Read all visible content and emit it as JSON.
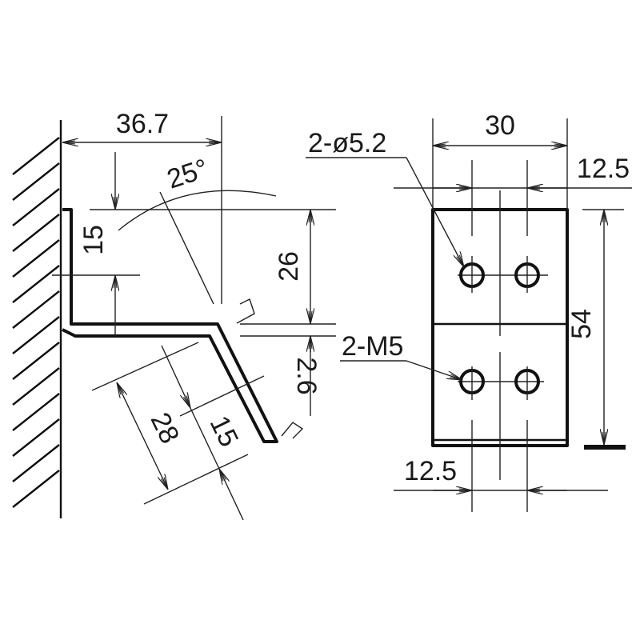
{
  "drawing": {
    "type": "technical-drawing",
    "subject": "Z-shaped mounting bracket",
    "side_view": {
      "dimensions": {
        "overall_width": "36.7",
        "bend_angle": "25°",
        "top_flange_height": "15",
        "offset_height": "26",
        "thickness": "2.6",
        "slanted_leg_length": "28",
        "slanted_hole_offset": "15"
      }
    },
    "front_view": {
      "dimensions": {
        "width": "30",
        "top_hole_spacing": "12.5",
        "height": "54",
        "bottom_hole_spacing": "12.5"
      },
      "callouts": {
        "through_holes": "2-ø5.2",
        "tapped_holes": "2-M5"
      }
    },
    "colors": {
      "line": "#111111",
      "background": "#ffffff"
    }
  }
}
